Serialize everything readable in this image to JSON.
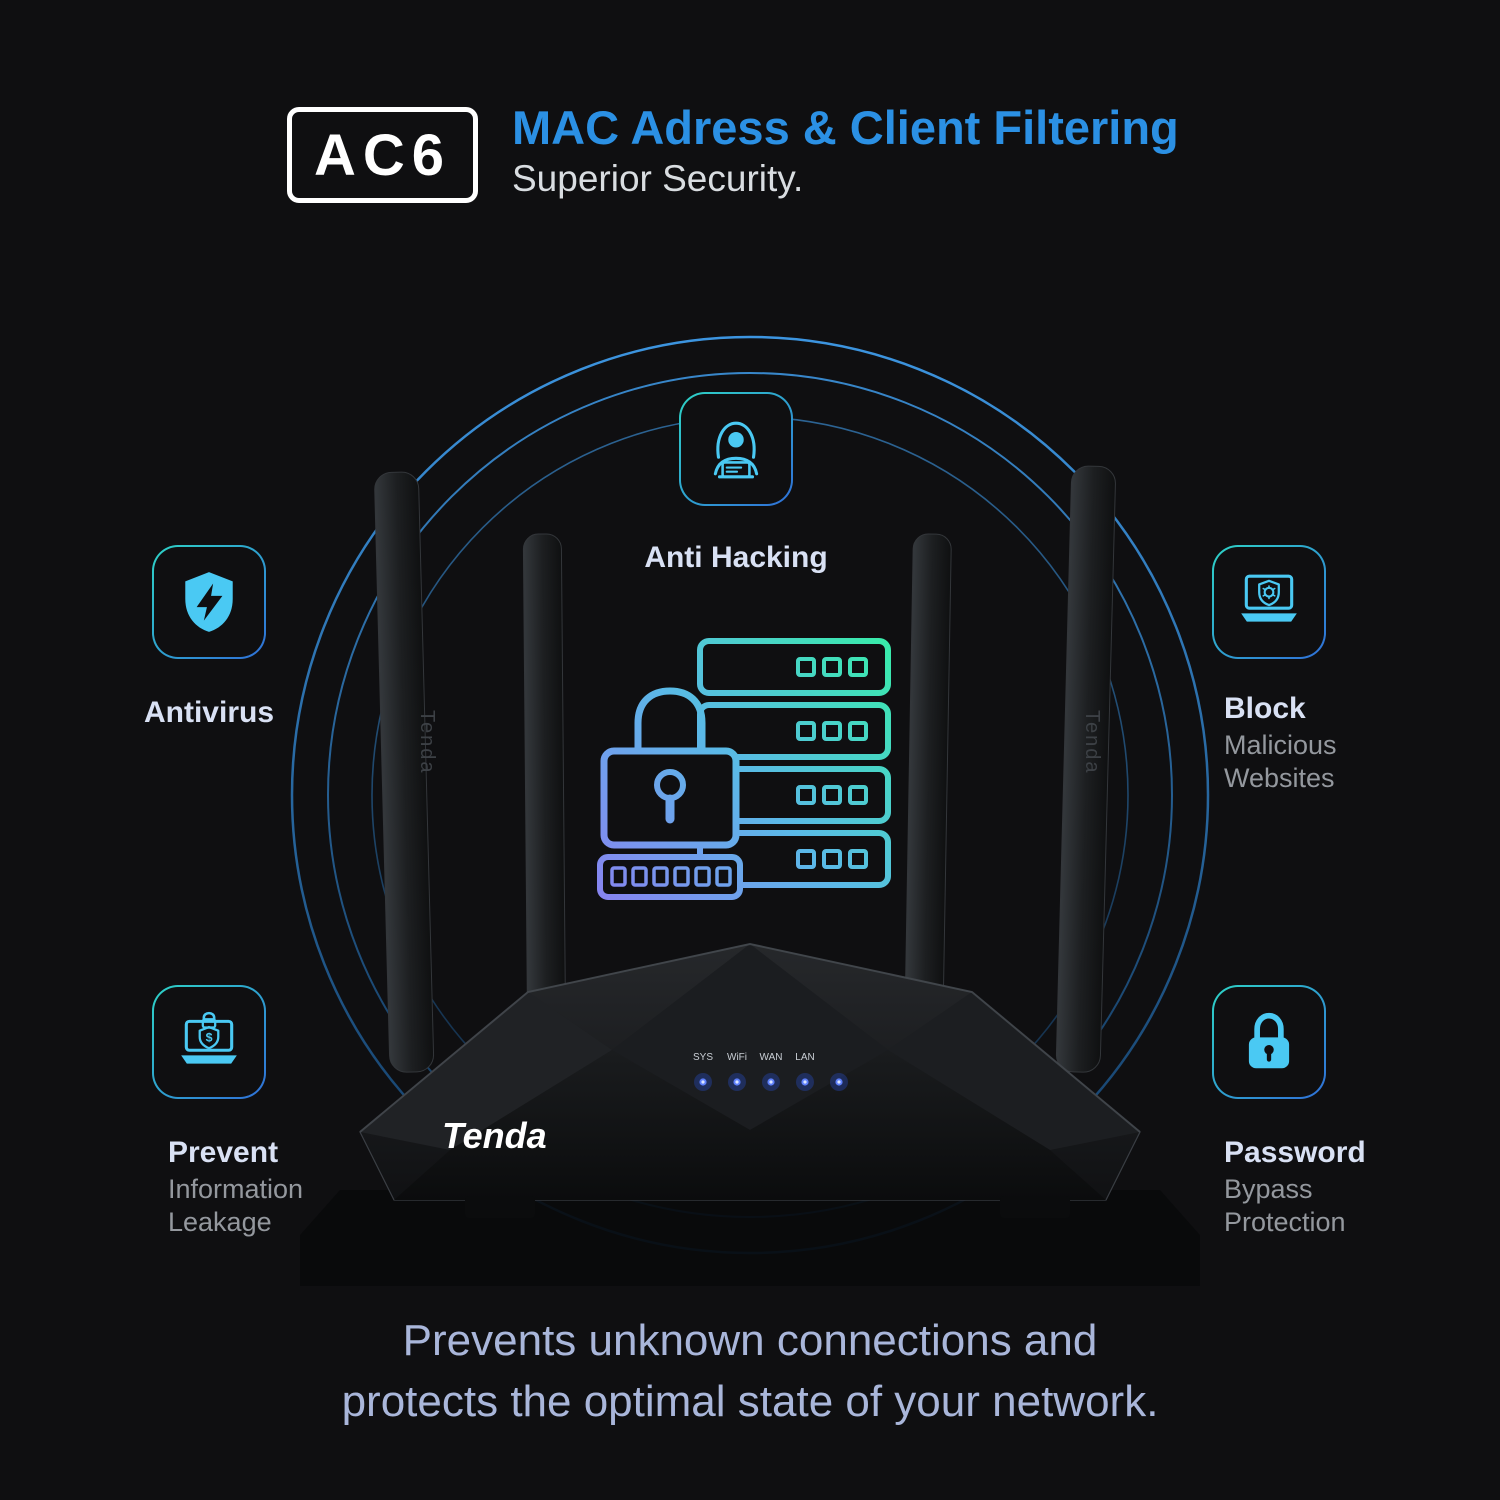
{
  "header": {
    "badge": "AC6",
    "title": "MAC Adress & Client Filtering",
    "subtitle": "Superior Security."
  },
  "features": {
    "anti_hacking": {
      "title": "Anti Hacking"
    },
    "antivirus": {
      "title": "Antivirus"
    },
    "block": {
      "title": "Block",
      "subtitle": "Malicious Websites"
    },
    "prevent": {
      "title": "Prevent",
      "subtitle": "Information Leakage"
    },
    "password": {
      "title": "Password",
      "subtitle": "Bypass Protection"
    }
  },
  "router": {
    "brand": "Tenda",
    "leds": [
      "SYS",
      "WiFi",
      "WAN",
      "LAN"
    ]
  },
  "footer": {
    "line1": "Prevents unknown connections and",
    "line2": "protects the optimal state of your network."
  },
  "colors": {
    "background": "#0f0f11",
    "accent_blue": "#2b90e4",
    "icon_cyan": "#4ac9f3",
    "feature_title": "#d9e1f4",
    "feature_subtitle": "#94989e",
    "footer_text": "#a9b6da",
    "gradient_teal": "#36f0a6",
    "gradient_purple": "#8f7bf2",
    "ring_blue": "#3f9ceb",
    "led_blue": "#5d7ffa"
  }
}
